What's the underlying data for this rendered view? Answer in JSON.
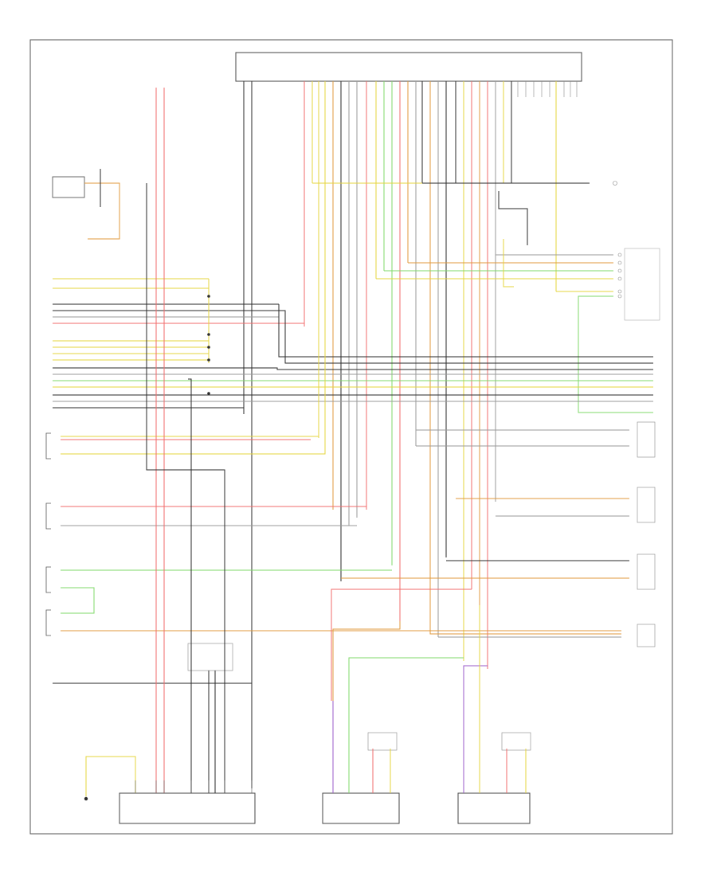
{
  "page_label": "",
  "wire_colors": {
    "red": "#f26b6b",
    "yellow": "#e6d43c",
    "green": "#7fd86a",
    "orange": "#e09a3c",
    "black": "#2a2a2a",
    "gray": "#9a9a9a",
    "violet": "#9a58c8",
    "white_line": "#cfcfcf",
    "frame": "#555555"
  },
  "components": [
    {
      "id": "top-module",
      "label": ""
    },
    {
      "id": "bottom-module-left",
      "label": ""
    },
    {
      "id": "bottom-module-mid",
      "label": ""
    },
    {
      "id": "bottom-module-right",
      "label": ""
    }
  ]
}
